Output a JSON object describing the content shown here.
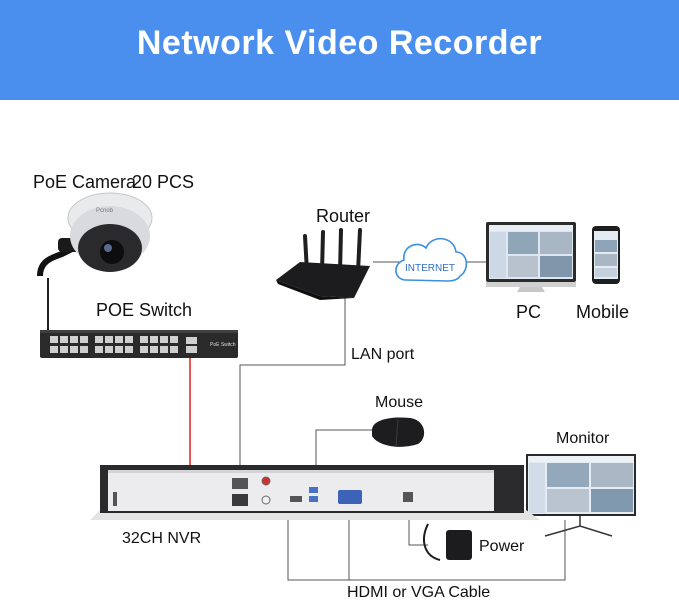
{
  "title": "Network Video Recorder",
  "labels": {
    "camera": "PoE Camera",
    "camera_qty": "20 PCS",
    "camera_brand": "Pcnob",
    "router": "Router",
    "internet": "INTERNET",
    "pc": "PC",
    "mobile": "Mobile",
    "poe_switch": "POE Switch",
    "switch_badge": "PoE Switch",
    "lan_port": "LAN port",
    "mouse": "Mouse",
    "monitor": "Monitor",
    "nvr": "32CH NVR",
    "power": "Power",
    "cable": "HDMI or VGA Cable"
  },
  "colors": {
    "banner": "#4a8fee",
    "internet_cloud": "#3b8fe0",
    "poe_highlight": "#e0201a",
    "device_dark": "#2a2a2a"
  }
}
